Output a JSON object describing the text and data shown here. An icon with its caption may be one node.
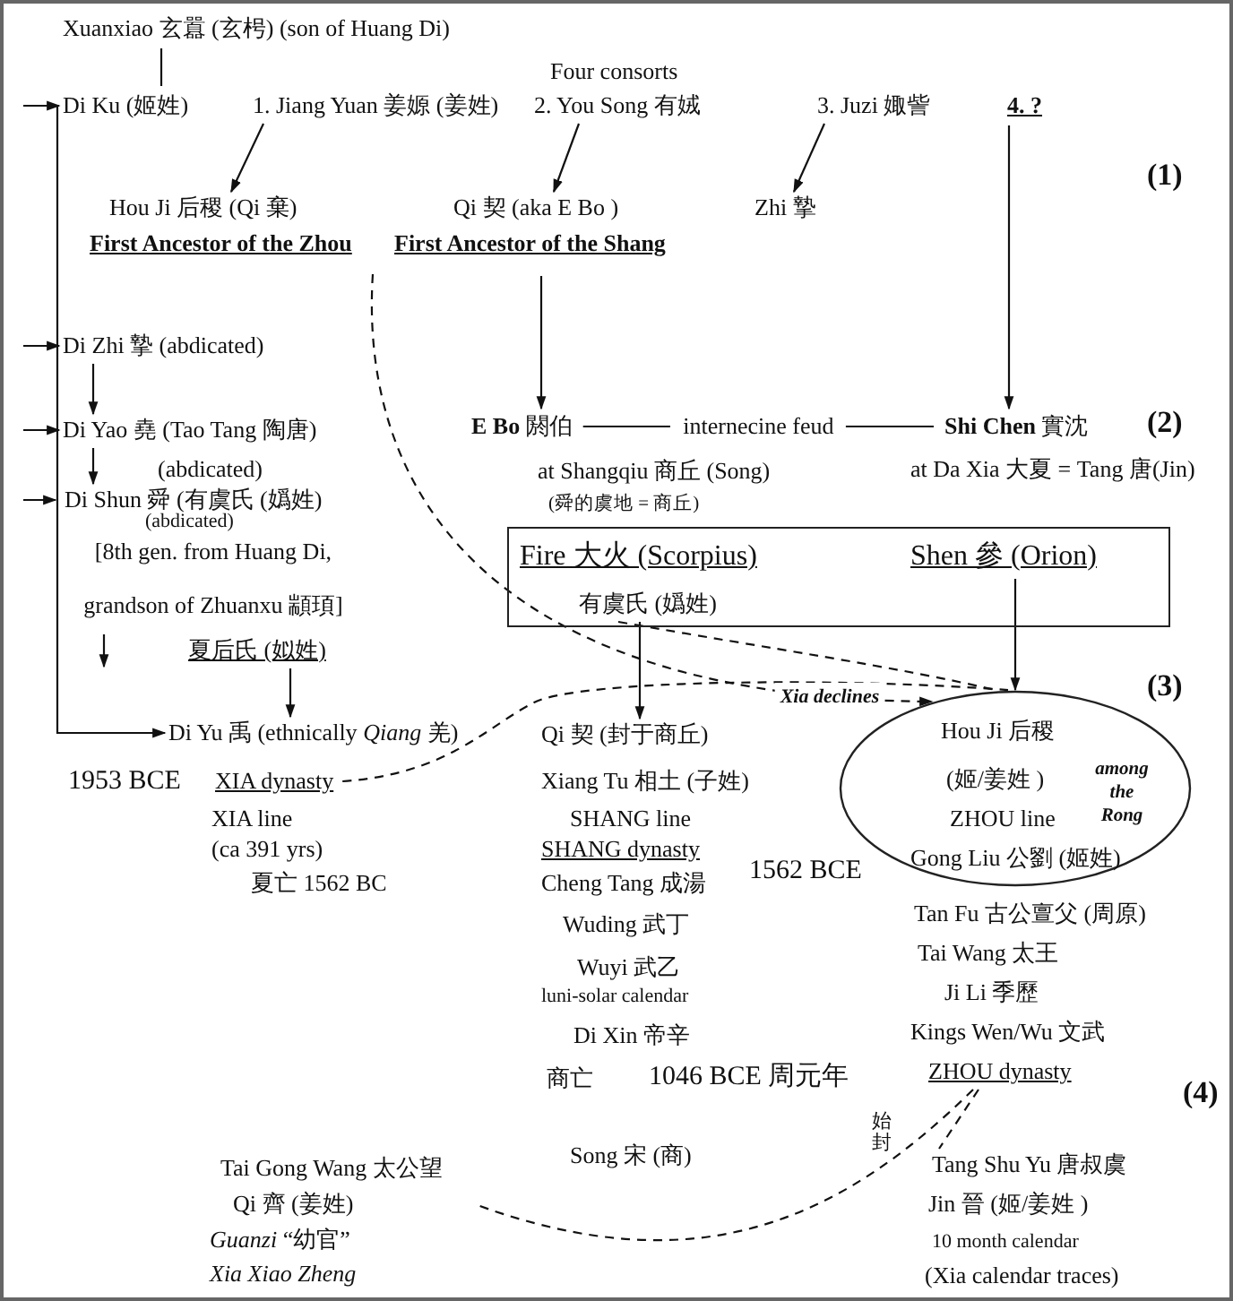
{
  "diagram": {
    "nodes": [
      {
        "text": [
          "Xuanxiao 玄囂 (玄枵) (son of Huang Di)"
        ]
      },
      {
        "text": [
          "Di Ku (姬姓)"
        ]
      },
      {
        "text": [
          "1. Jiang Yuan 姜嫄 (姜姓)"
        ]
      },
      {
        "text": [
          "2. You Song 有娀"
        ]
      },
      {
        "text": [
          "3. Juzi 娵訾"
        ]
      },
      {
        "text": [
          "4. ?"
        ]
      },
      {
        "text": [
          "Hou Ji 后稷 (Qi 棄)",
          "First Ancestor of the Zhou"
        ]
      },
      {
        "text": [
          "Qi 契 (aka E Bo )",
          "First Ancestor of the Shang"
        ]
      },
      {
        "text": [
          "Zhi 摯"
        ]
      },
      {
        "text": [
          "Di Zhi 摯 (abdicated)"
        ]
      },
      {
        "text": [
          "Di Yao 堯 (Tao Tang 陶唐)"
        ]
      },
      {
        "text": [
          "Di Shun 舜 (有虞氏 (嬀姓)",
          "(abdicated)",
          "[8th gen. from Huang Di, grandson of Zhuanxu 顓頊]"
        ]
      },
      {
        "text": [
          "夏后氏 (姒姓)"
        ]
      },
      {
        "text": [
          "Di Yu 禹 (ethnically *Qiang* 羌)"
        ]
      },
      {
        "text": [
          "XIA dynasty"
        ]
      },
      {
        "text": [
          "**E Bo** 閼伯"
        ]
      },
      {
        "text": [
          "**Shi Chen** 實沈"
        ]
      },
      {
        "text": [],
        "shape": "box"
      },
      {
        "text": [
          "Fire 大火 (Scorpius)",
          "有虞氏 (嬀姓)"
        ],
        "in": 17
      },
      {
        "text": [
          "Shen 參 (Orion)"
        ],
        "in": 17
      },
      {
        "text": [
          "Qi 契 (封于商丘)"
        ]
      },
      {
        "text": [
          "Hou Ji 后稷",
          "(姬/姜姓 )",
          "ZHOU line",
          "Gong Liu 公劉 (姬姓)",
          "among the Rong"
        ]
      },
      {
        "text": [
          "ZHOU dynasty"
        ]
      },
      {
        "text": [
          "Tang Shu Yu 唐叔虞",
          "Jin 晉 (姬/姜姓 )",
          "10 month calendar",
          "(Xia calendar traces)"
        ]
      },
      {
        "text": [
          "Tai Gong Wang 太公望",
          "Qi 齊 (姜姓)",
          "*Guanzi* “幼官”",
          "Xia Xiao Zheng"
        ]
      }
    ],
    "edges": [
      {
        "from": 0,
        "to": 1,
        "arrow": "none"
      },
      {
        "from": null,
        "to": 1,
        "arrow": "to"
      },
      {
        "from": null,
        "to": 9,
        "arrow": "to"
      },
      {
        "from": null,
        "to": 10,
        "arrow": "to"
      },
      {
        "from": null,
        "to": 11,
        "arrow": "to"
      },
      {
        "from": 1,
        "to": 13,
        "arrow": "to"
      },
      {
        "from": 2,
        "to": 6,
        "arrow": "to"
      },
      {
        "from": 3,
        "to": 7,
        "arrow": "to"
      },
      {
        "from": 4,
        "to": 8,
        "arrow": "to"
      },
      {
        "from": 5,
        "to": 16,
        "arrow": "to"
      },
      {
        "from": 7,
        "to": 15,
        "arrow": "to"
      },
      {
        "from": 9,
        "to": 10,
        "arrow": "to"
      },
      {
        "from": 10,
        "to": 11,
        "arrow": "to"
      },
      {
        "from": 12,
        "to": 13,
        "arrow": "to"
      },
      {
        "from": 15,
        "to": 16,
        "arrow": "none",
        "label": "internecine feud"
      },
      {
        "from": 18,
        "to": 20,
        "arrow": "to"
      },
      {
        "from": 19,
        "to": 21,
        "arrow": "to"
      },
      {
        "from": 6,
        "to": 21,
        "arrow": "to",
        "style": "dashed"
      },
      {
        "from": 14,
        "to": 21,
        "arrow": "none",
        "style": "dashed",
        "label": "Xia declines"
      },
      {
        "from": 18,
        "to": 21,
        "arrow": "none",
        "style": "dashed"
      },
      {
        "from": 22,
        "to": 24,
        "arrow": "none",
        "style": "dashed",
        "label": "始封"
      },
      {
        "from": 22,
        "to": 23,
        "arrow": "none",
        "style": "dashed"
      }
    ],
    "labels": [
      "Four consorts",
      "(1)",
      "at Shangqiu 商丘 (Song)",
      "(舜的虞地 = 商丘)",
      "at Da Xia 大夏 = Tang 唐(Jin)",
      "(2)",
      "(3)",
      "1953 BCE",
      "XIA line",
      "(ca 391 yrs)",
      "夏亡 1562 BC",
      "Xiang Tu 相土 (子姓)",
      "SHANG line",
      "SHANG dynasty",
      "1562 BCE",
      "Cheng Tang 成湯",
      "Wuding 武丁",
      "Wuyi 武乙",
      "luni-solar calendar",
      "Di Xin 帝辛",
      "商亡",
      "1046 BCE 周元年",
      "Song 宋 (商)",
      "Tan Fu 古公亶父 (周原)",
      "Tai Wang 太王",
      "Ji Li 季歷",
      "Kings Wen/Wu 文武",
      "(4)",
      "(abdicated)"
    ]
  }
}
